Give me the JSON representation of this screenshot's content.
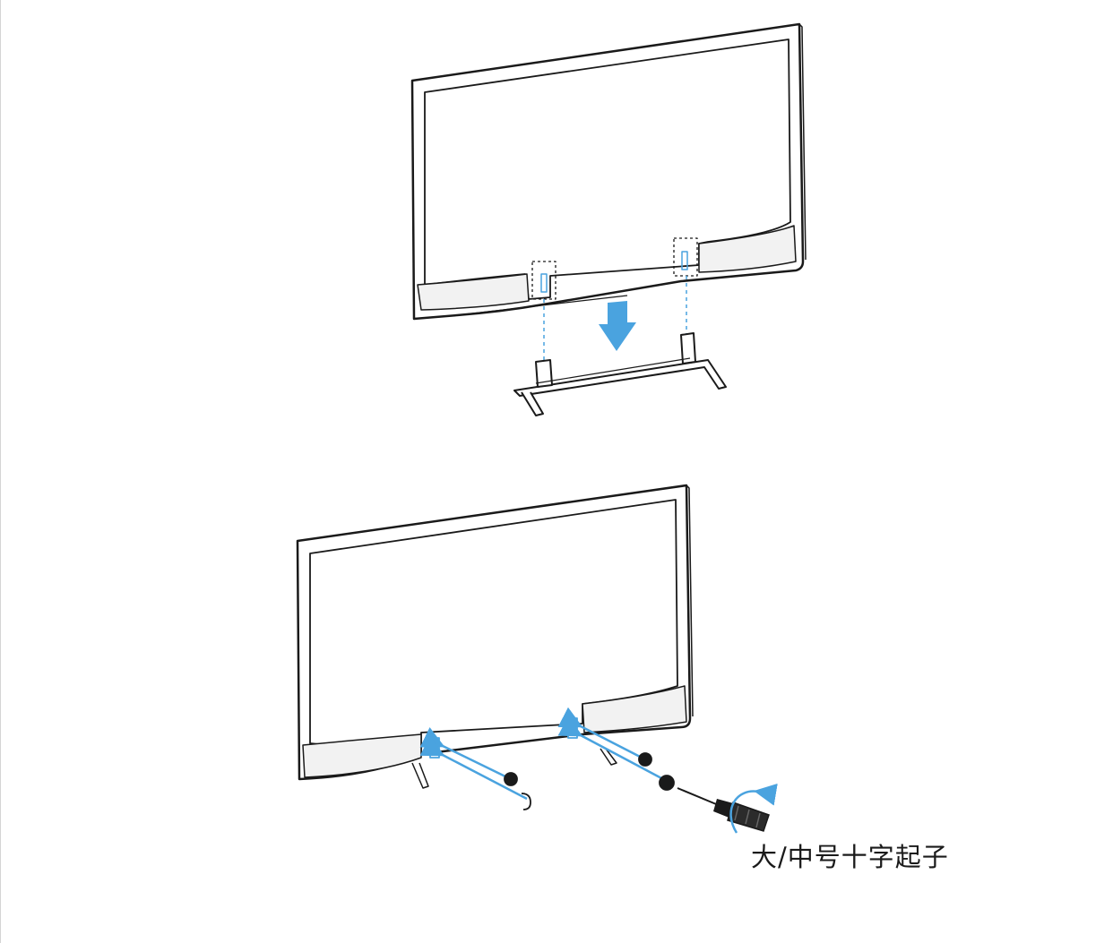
{
  "caption": {
    "tool_label": "大/中号十字起子"
  },
  "steps": [
    {
      "name": "place-tv-on-stand",
      "icons": [
        "tv-icon",
        "down-arrow-icon",
        "stand-icon"
      ]
    },
    {
      "name": "fasten-screws",
      "icons": [
        "tv-icon",
        "screw-icon",
        "screwdriver-icon",
        "rotate-arrow-icon"
      ]
    }
  ],
  "colors": {
    "line": "#1a1a1a",
    "accent": "#4aa3df",
    "panel_fill": "#f2f2f2"
  }
}
